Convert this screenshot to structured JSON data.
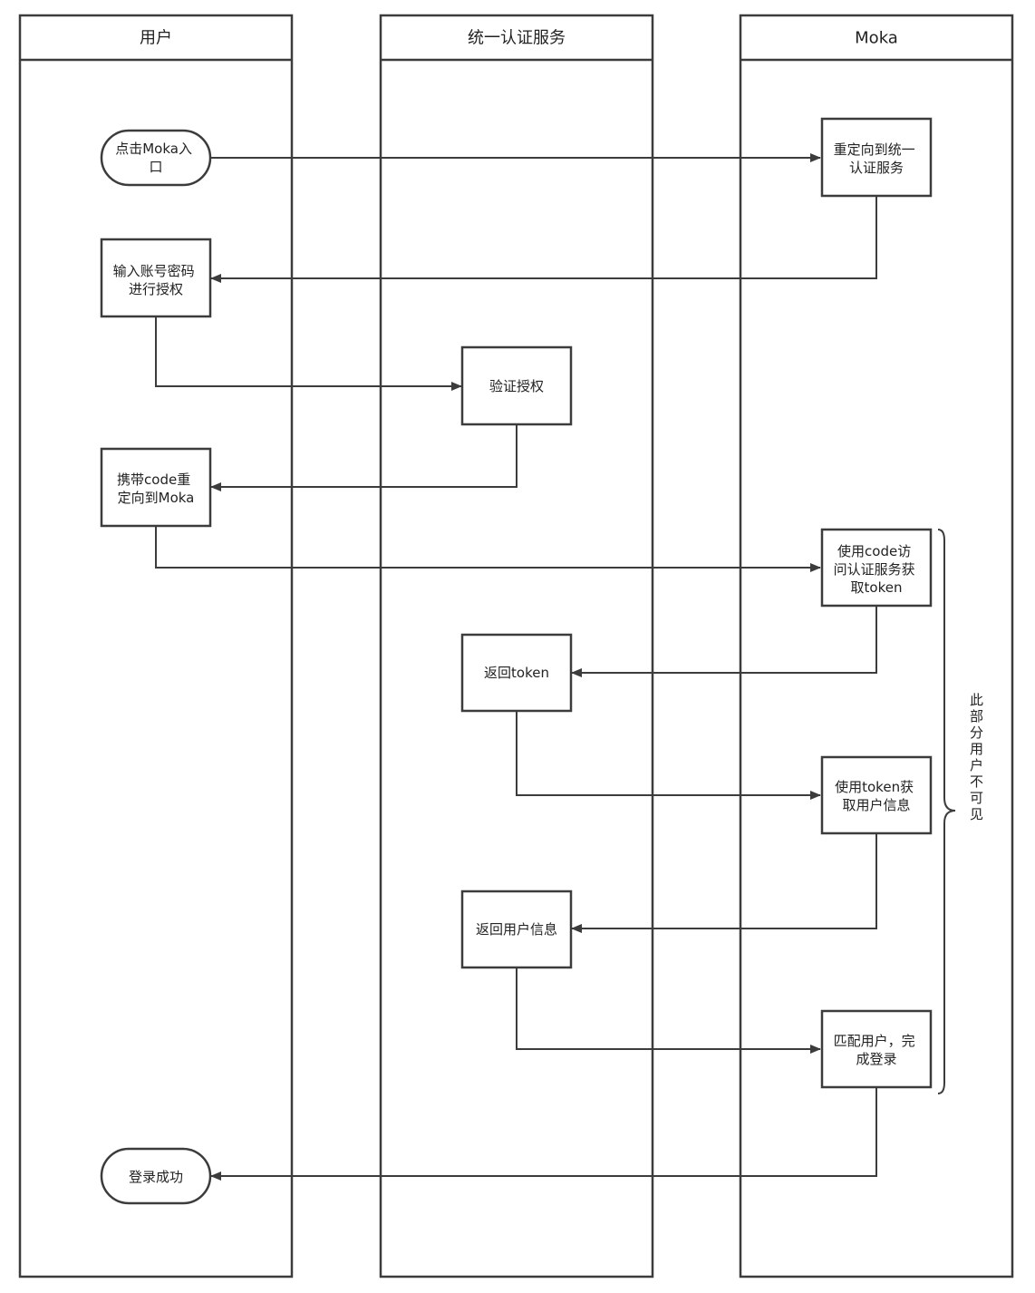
{
  "lanes": [
    {
      "id": "user",
      "title": "用户"
    },
    {
      "id": "auth",
      "title": "统一认证服务"
    },
    {
      "id": "moka",
      "title": "Moka"
    }
  ],
  "nodes": [
    {
      "id": "click_entry",
      "shape": "terminal",
      "lines": [
        "点击Moka入",
        "口"
      ]
    },
    {
      "id": "redirect_auth",
      "shape": "process",
      "lines": [
        "重定向到统一",
        "认证服务"
      ]
    },
    {
      "id": "input_account",
      "shape": "process",
      "lines": [
        "输入账号密码",
        "进行授权"
      ]
    },
    {
      "id": "verify_auth",
      "shape": "process",
      "lines": [
        "验证授权"
      ]
    },
    {
      "id": "redirect_code",
      "shape": "process",
      "lines": [
        "携带code重",
        "定向到Moka"
      ]
    },
    {
      "id": "use_code",
      "shape": "process",
      "lines": [
        "使用code访",
        "问认证服务获",
        "取token"
      ]
    },
    {
      "id": "return_token",
      "shape": "process",
      "lines": [
        "返回token"
      ]
    },
    {
      "id": "use_token",
      "shape": "process",
      "lines": [
        "使用token获",
        "取用户信息"
      ]
    },
    {
      "id": "return_user",
      "shape": "process",
      "lines": [
        "返回用户信息"
      ]
    },
    {
      "id": "match_user",
      "shape": "process",
      "lines": [
        "匹配用户，完",
        "成登录"
      ]
    },
    {
      "id": "login_success",
      "shape": "terminal",
      "lines": [
        "登录成功"
      ]
    }
  ],
  "edges": [
    {
      "from": "click_entry",
      "to": "redirect_auth"
    },
    {
      "from": "redirect_auth",
      "to": "input_account"
    },
    {
      "from": "input_account",
      "to": "verify_auth"
    },
    {
      "from": "verify_auth",
      "to": "redirect_code"
    },
    {
      "from": "redirect_code",
      "to": "use_code"
    },
    {
      "from": "use_code",
      "to": "return_token"
    },
    {
      "from": "return_token",
      "to": "use_token"
    },
    {
      "from": "use_token",
      "to": "return_user"
    },
    {
      "from": "return_user",
      "to": "match_user"
    },
    {
      "from": "match_user",
      "to": "login_success"
    }
  ],
  "annotation": {
    "text": "此部分用户不可见",
    "covers": [
      "use_code",
      "return_token",
      "use_token",
      "return_user",
      "match_user"
    ]
  },
  "colors": {
    "stroke": "#3c3c3c",
    "text": "#222222",
    "background": "#ffffff"
  }
}
